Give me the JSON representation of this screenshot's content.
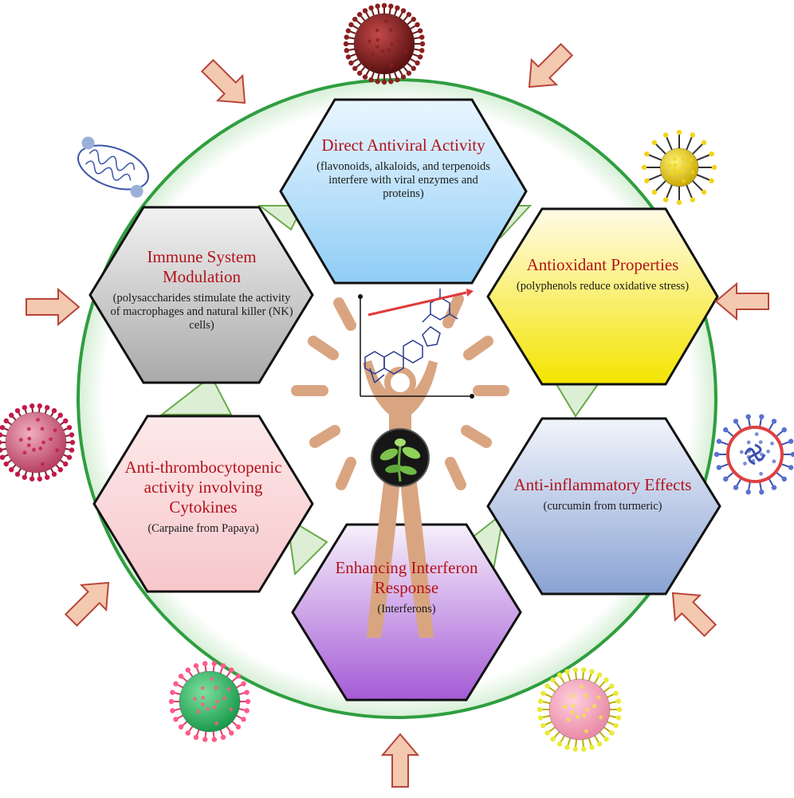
{
  "colors": {
    "ring": "#2f9e3f",
    "title_red": "#b3121b",
    "arrow_fill": "#f3c9b0",
    "arrow_stroke": "#b8453a",
    "person": "#d9a581"
  },
  "hexagons": [
    {
      "id": "direct",
      "title": "Direct Antiviral Activity",
      "body": "(flavonoids, alkaloids, and terpenoids interfere with viral enzymes and proteins)",
      "color": "#bfe3fb"
    },
    {
      "id": "antioxidant",
      "title": "Antioxidant Properties",
      "body": "(polyphenols reduce oxidative stress)",
      "color": "#fff27a"
    },
    {
      "id": "antiinflammatory",
      "title": "Anti-inflammatory Effects",
      "body": "(curcumin from turmeric)",
      "color": "#b8c6e6"
    },
    {
      "id": "interferon",
      "title": "Enhancing Interferon Response",
      "body": "(Interferons)",
      "color": "#d9c4ea"
    },
    {
      "id": "thrombo",
      "title": "Anti-thrombocytopenic activity involving Cytokines",
      "body": "(Carpaine from Papaya)",
      "color": "#fbd3d6"
    },
    {
      "id": "immune",
      "title": "Immune System Modulation",
      "body": "(polysaccharides stimulate the activity of macrophages and natural killer (NK) cells)",
      "color": "#dcdcdc"
    }
  ],
  "icons": {
    "center": "person-with-plant-icon",
    "molecule": "steroid-molecule-icon",
    "virus": "virus-icon",
    "arrow": "inward-arrow-icon",
    "mitochondria": "mitochondria-icon"
  }
}
